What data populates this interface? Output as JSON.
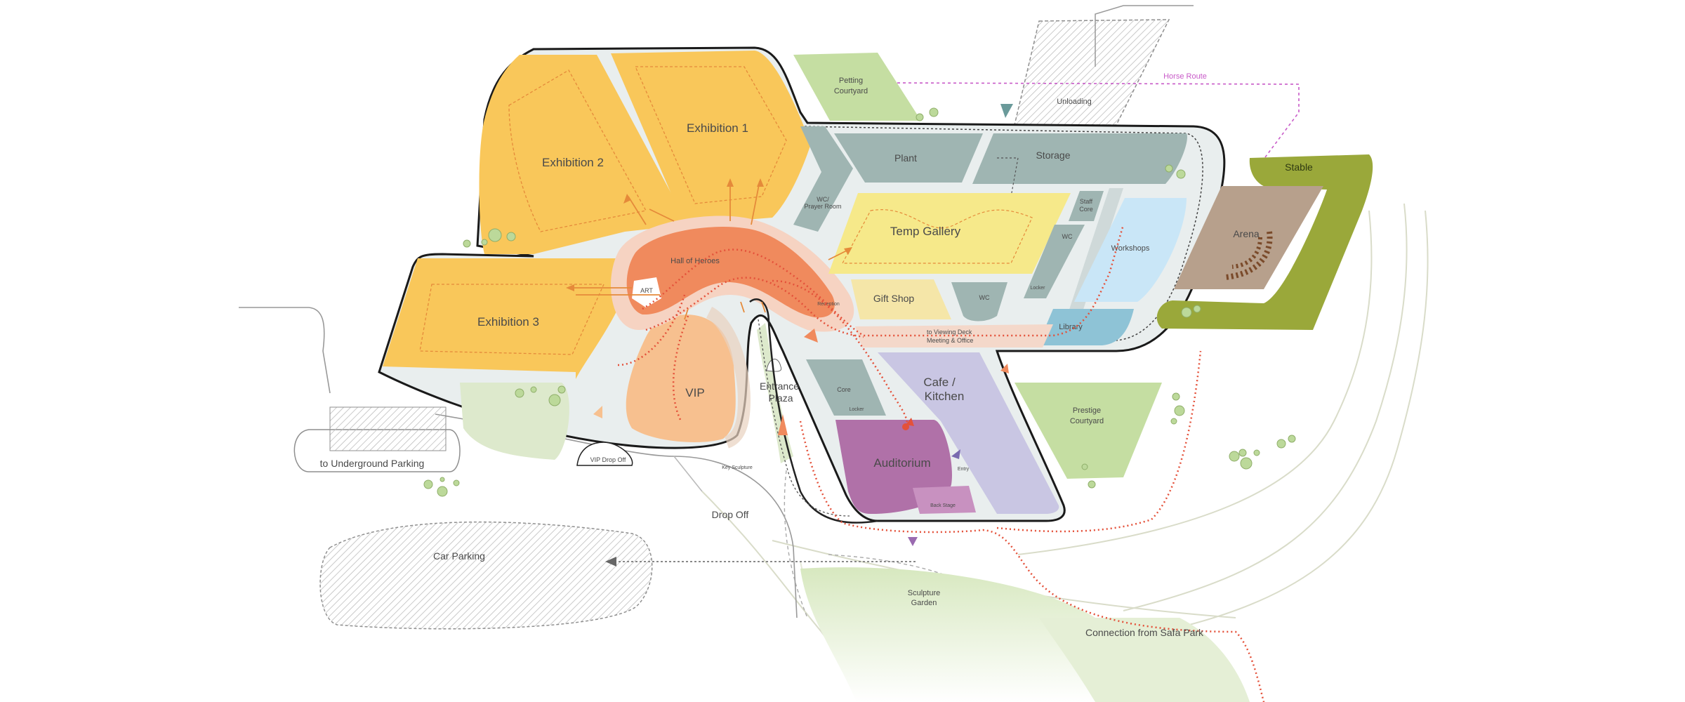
{
  "colors": {
    "exhibition": "#f9c75a",
    "hall": "#f08a5d",
    "vip": "#f7c08f",
    "temp_gallery": "#f6e98a",
    "gift_shop": "#f5e6a8",
    "service": "#9fb5b2",
    "workshops": "#c9e6f7",
    "library": "#8ec3d6",
    "cafe": "#c9c6e3",
    "auditorium": "#b071a8",
    "green": "#c5dea2",
    "arena": "#b7a08c",
    "stable": "#9aa83a",
    "circulation": "#e4513a",
    "hatch": "#bdbdbd",
    "horse_route": "#c85ac8"
  },
  "labels": {
    "exhibition_1": "Exhibition 1",
    "exhibition_2": "Exhibition 2",
    "exhibition_3": "Exhibition 3",
    "hall_of_heroes": "Hall of Heroes",
    "art": "ART",
    "vip": "VIP",
    "entrance_plaza_1": "Entrance",
    "entrance_plaza_2": "Plaza",
    "petting_courtyard_1": "Petting",
    "petting_courtyard_2": "Courtyard",
    "unloading": "Unloading",
    "horse_route": "Horse Route",
    "plant": "Plant",
    "storage": "Storage",
    "wc_prayer_1": "WC/",
    "wc_prayer_2": "Prayer Room",
    "temp_gallery": "Temp Gallery",
    "staff_core_1": "Staff",
    "staff_core_2": "Core",
    "wc_1": "WC",
    "wc_2": "WC",
    "locker_1": "Locker",
    "locker_2": "Locker",
    "workshops": "Workshops",
    "library": "Library",
    "gift_shop": "Gift Shop",
    "reception": "Reception",
    "viewing_deck_1": "to Viewing Deck",
    "viewing_deck_2": "Meeting & Office",
    "core": "Core",
    "cafe_1": "Cafe /",
    "cafe_2": "Kitchen",
    "auditorium": "Auditorium",
    "entry": "Entry",
    "back_stage": "Back Stage",
    "stable": "Stable",
    "arena": "Arena",
    "prestige_courtyard_1": "Prestige",
    "prestige_courtyard_2": "Courtyard",
    "underground_parking": "to Underground Parking",
    "vip_drop_off": "VIP Drop Off",
    "key_sculpture": "Key Sculpture",
    "drop_off": "Drop Off",
    "car_parking": "Car Parking",
    "sculpture_garden_1": "Sculpture",
    "sculpture_garden_2": "Garden",
    "connection_safa_park": "Connection from Safa Park"
  }
}
